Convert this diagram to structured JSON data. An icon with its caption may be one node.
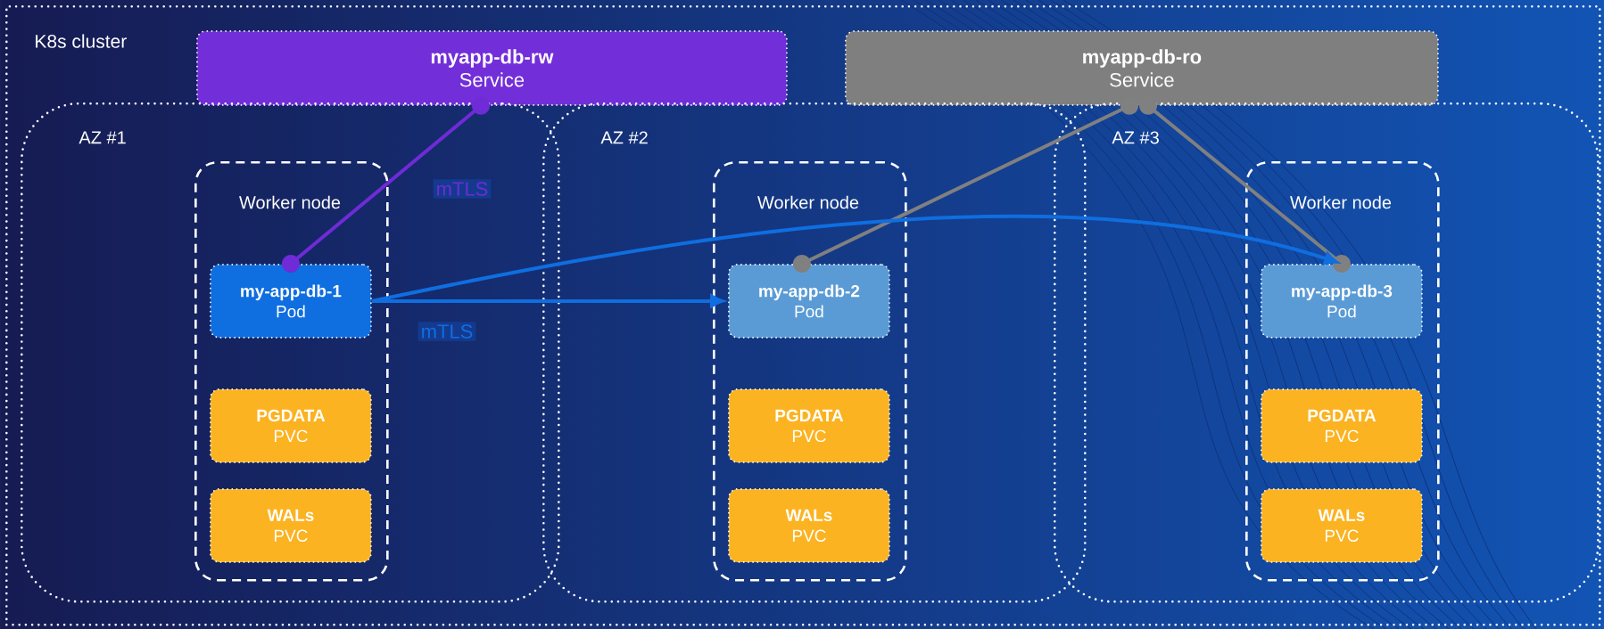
{
  "diagram": {
    "nodes": [
      {
        "text": [
          "K8s cluster"
        ]
      },
      {
        "text": [
          "myapp-db-rw",
          "Service"
        ],
        "in": 0
      },
      {
        "text": [
          "myapp-db-ro",
          "Service"
        ],
        "in": 0
      },
      {
        "text": [
          "AZ #1"
        ],
        "in": 0
      },
      {
        "text": [
          "Worker node"
        ],
        "in": 3
      },
      {
        "text": [
          "my-app-db-1",
          "Pod"
        ],
        "in": 4
      },
      {
        "text": [
          "PGDATA",
          "PVC"
        ],
        "in": 4
      },
      {
        "text": [
          "WALs",
          "PVC"
        ],
        "in": 4
      },
      {
        "text": [
          "AZ #2"
        ],
        "in": 0
      },
      {
        "text": [
          "Worker node"
        ],
        "in": 8
      },
      {
        "text": [
          "my-app-db-2",
          "Pod"
        ],
        "in": 9
      },
      {
        "text": [
          "PGDATA",
          "PVC"
        ],
        "in": 9
      },
      {
        "text": [
          "WALs",
          "PVC"
        ],
        "in": 9
      },
      {
        "text": [
          "AZ #3"
        ],
        "in": 0
      },
      {
        "text": [
          "Worker node"
        ],
        "in": 13
      },
      {
        "text": [
          "my-app-db-3",
          "Pod"
        ],
        "in": 14
      },
      {
        "text": [
          "PGDATA",
          "PVC"
        ],
        "in": 14
      },
      {
        "text": [
          "WALs",
          "PVC"
        ],
        "in": 14
      }
    ],
    "edges": [
      {
        "from": 1,
        "to": 5,
        "arrow": "other",
        "label": "mTLS",
        "color": "#6f2bd6"
      },
      {
        "from": 2,
        "to": 10,
        "arrow": "other",
        "color": "#808080"
      },
      {
        "from": 2,
        "to": 15,
        "arrow": "other",
        "color": "#808080"
      },
      {
        "from": 5,
        "to": 10,
        "arrow": "to",
        "label": "mTLS",
        "color": "#0f6ee0"
      },
      {
        "from": 5,
        "to": 15,
        "arrow": "to",
        "color": "#0f6ee0"
      }
    ]
  }
}
